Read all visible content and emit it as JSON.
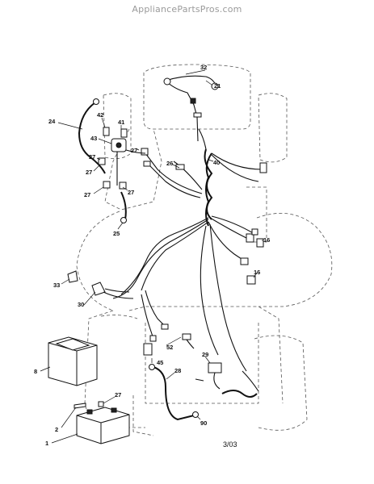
{
  "watermark": "AppliancePartsPros.com",
  "date_code": "3/03",
  "labels": {
    "p1": "1",
    "p2": "2",
    "p8": "8",
    "p16a": "16",
    "p16b": "16",
    "p21": "21",
    "p24": "24",
    "p25": "25",
    "p26": "26",
    "p27a": "27",
    "p27b": "27",
    "p27c": "27",
    "p27d": "27",
    "p27e": "27",
    "p28": "28",
    "p29": "29",
    "p30": "30",
    "p32": "32",
    "p33": "33",
    "p40": "40",
    "p41": "41",
    "p42": "42",
    "p43": "43",
    "p45": "45",
    "p52": "52",
    "p90": "90"
  }
}
